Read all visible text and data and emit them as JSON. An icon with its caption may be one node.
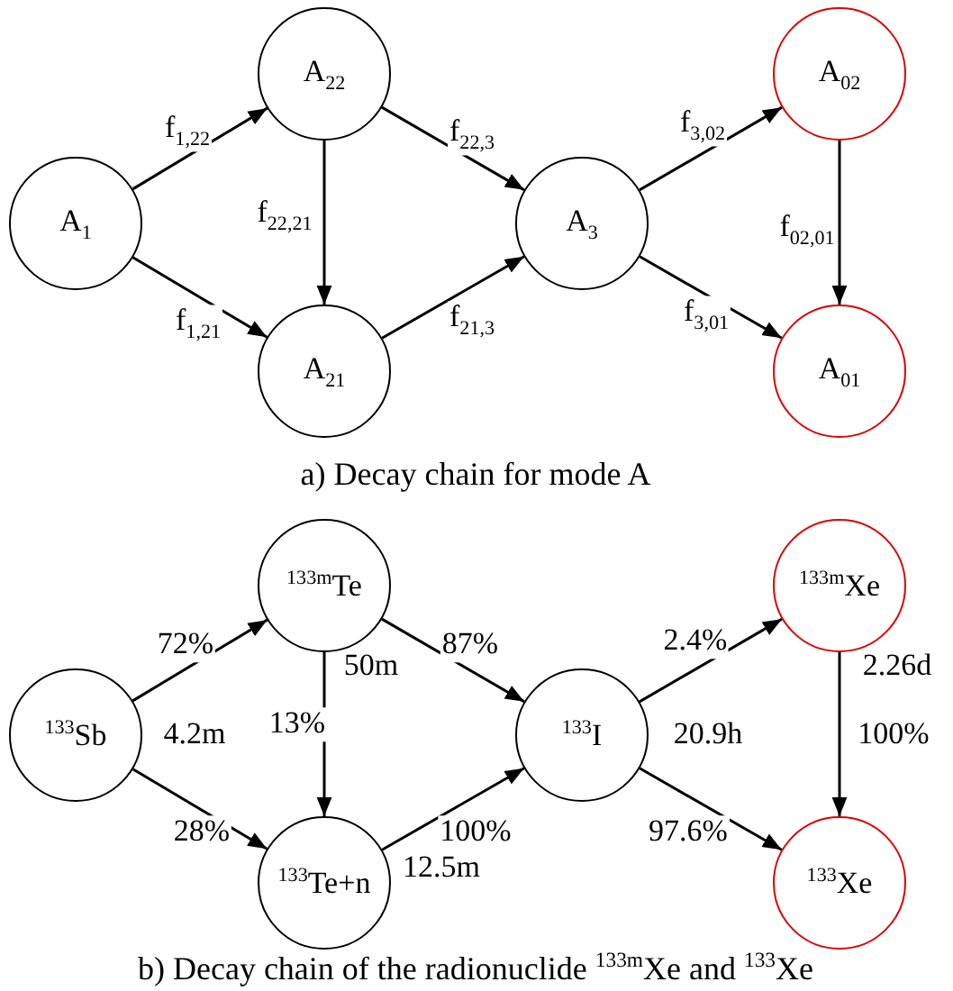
{
  "diagram": {
    "nodes": [
      {
        "text": [
          "A$_{1}$"
        ]
      },
      {
        "text": [
          "A$_{22}$"
        ]
      },
      {
        "text": [
          "A$_{21}$"
        ]
      },
      {
        "text": [
          "A$_{3}$"
        ]
      },
      {
        "text": [
          "A$_{02}$"
        ]
      },
      {
        "text": [
          "A$_{01}$"
        ]
      },
      {
        "text": [
          "$^{133}$Sb"
        ],
        "beside": [
          "4.2m"
        ]
      },
      {
        "text": [
          "$^{133m}$Te"
        ],
        "beside": [
          "50m"
        ]
      },
      {
        "text": [
          "$^{133}$Te+n"
        ],
        "beside": [
          "12.5m"
        ]
      },
      {
        "text": [
          "$^{133}$I"
        ],
        "beside": [
          "20.9h"
        ]
      },
      {
        "text": [
          "$^{133m}$Xe"
        ],
        "beside": [
          "2.26d"
        ]
      },
      {
        "text": [
          "$^{133}$Xe"
        ]
      }
    ],
    "edges": [
      {
        "from": 0,
        "to": 1,
        "arrow": "to",
        "label": "f$_{1,22}$"
      },
      {
        "from": 0,
        "to": 2,
        "arrow": "to",
        "label": "f$_{1,21}$"
      },
      {
        "from": 1,
        "to": 2,
        "arrow": "to",
        "label": "f$_{22,21}$"
      },
      {
        "from": 1,
        "to": 3,
        "arrow": "to",
        "label": "f$_{22,3}$"
      },
      {
        "from": 2,
        "to": 3,
        "arrow": "to",
        "label": "f$_{21,3}$"
      },
      {
        "from": 3,
        "to": 4,
        "arrow": "to",
        "label": "f$_{3,02}$"
      },
      {
        "from": 3,
        "to": 5,
        "arrow": "to",
        "label": "f$_{3,01}$"
      },
      {
        "from": 4,
        "to": 5,
        "arrow": "to",
        "label": "f$_{02,01}$"
      },
      {
        "from": 6,
        "to": 7,
        "arrow": "to",
        "label": "72%"
      },
      {
        "from": 6,
        "to": 8,
        "arrow": "to",
        "label": "28%"
      },
      {
        "from": 7,
        "to": 8,
        "arrow": "to",
        "label": "13%"
      },
      {
        "from": 7,
        "to": 9,
        "arrow": "to",
        "label": "87%"
      },
      {
        "from": 8,
        "to": 9,
        "arrow": "to",
        "label": "100%"
      },
      {
        "from": 9,
        "to": 10,
        "arrow": "to",
        "label": "2.4%"
      },
      {
        "from": 9,
        "to": 11,
        "arrow": "to",
        "label": "97.6%"
      },
      {
        "from": 10,
        "to": 11,
        "arrow": "to",
        "label": "100%"
      }
    ],
    "labels": [
      "a) Decay chain for mode A",
      "b) Decay chain of the radionuclide $^{133m}$Xe and $^{133}$Xe"
    ]
  }
}
